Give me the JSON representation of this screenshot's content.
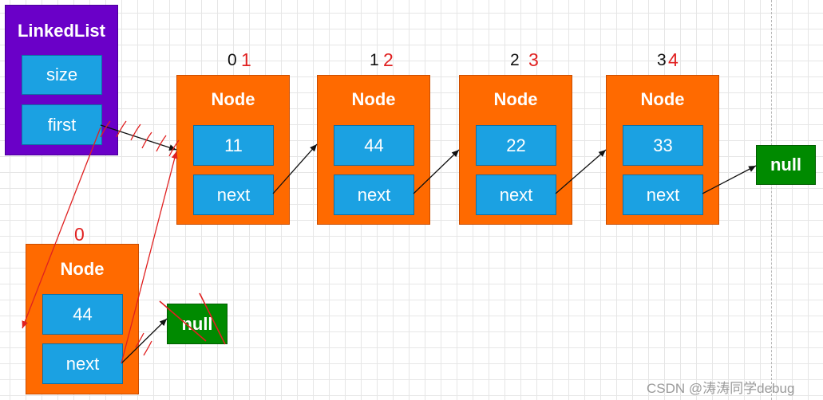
{
  "linked_list": {
    "title": "LinkedList",
    "size_label": "size",
    "first_label": "first"
  },
  "nodes": [
    {
      "title": "Node",
      "value": "11",
      "next": "next",
      "index_old": "0",
      "index_new": "1"
    },
    {
      "title": "Node",
      "value": "44",
      "next": "next",
      "index_old": "1",
      "index_new": "2"
    },
    {
      "title": "Node",
      "value": "22",
      "next": "next",
      "index_old": "2",
      "index_new": "3"
    },
    {
      "title": "Node",
      "value": "33",
      "next": "next",
      "index_old": "3",
      "index_new": "4"
    }
  ],
  "tail_null": "null",
  "new_node": {
    "title": "Node",
    "value": "44",
    "next": "next",
    "index": "0"
  },
  "crossed_null": "null",
  "watermark": "CSDN @涛涛同学debug",
  "colors": {
    "list_box": "#6a00c8",
    "node_box": "#ff6a00",
    "cell": "#1ba1e2",
    "null_box": "#008a00",
    "red_annotation": "#e02020"
  }
}
